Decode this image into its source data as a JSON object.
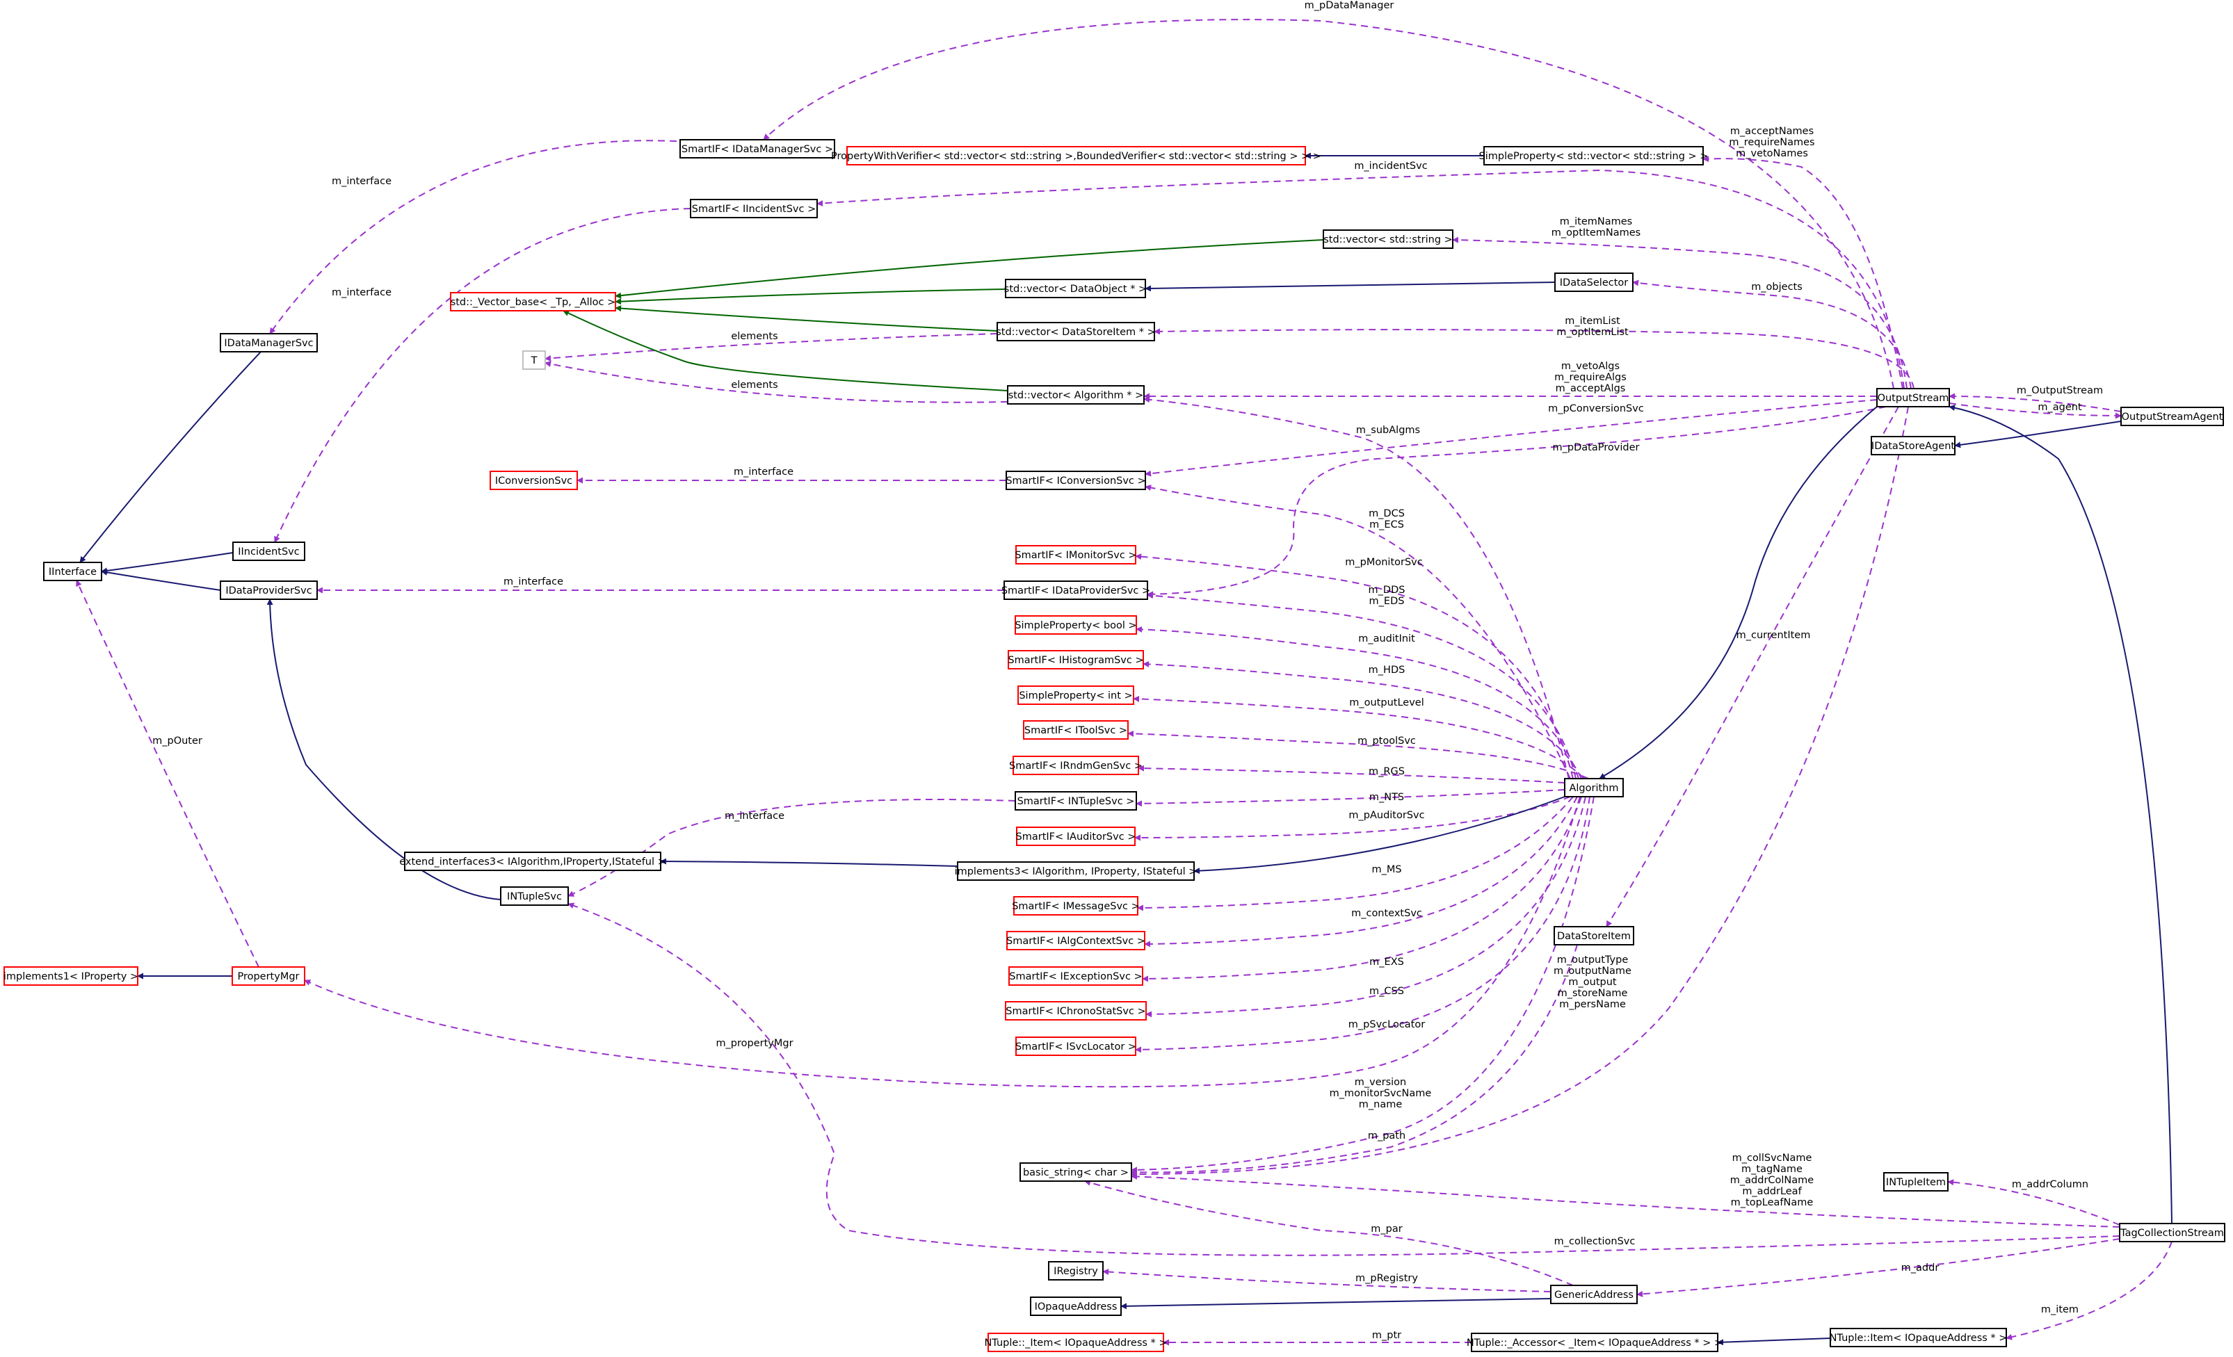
{
  "diagram": {
    "colors": {
      "inheritance": "#191970",
      "template_instance": "#006400",
      "usage": "#9a32cd",
      "node_border_documented": "#000000",
      "node_border_undocumented": "#ff0000",
      "node_border_external": "#bfbfbf",
      "highlight_fill": "#bfbfbf"
    },
    "nodes": [
      {
        "id": "IInterface",
        "label": "IInterface",
        "border": "black"
      },
      {
        "id": "IDataManagerSvc",
        "label": "IDataManagerSvc",
        "border": "black"
      },
      {
        "id": "IIncidentSvc",
        "label": "IIncidentSvc",
        "border": "black"
      },
      {
        "id": "IDataProviderSvc",
        "label": "IDataProviderSvc",
        "border": "black"
      },
      {
        "id": "implements1_IProperty",
        "label": "implements1< IProperty >",
        "border": "red"
      },
      {
        "id": "PropertyMgr",
        "label": "PropertyMgr",
        "border": "red"
      },
      {
        "id": "SmartIF_IDataManagerSvc",
        "label": "SmartIF< IDataManagerSvc >",
        "border": "black"
      },
      {
        "id": "SmartIF_IIncidentSvc",
        "label": "SmartIF< IIncidentSvc >",
        "border": "black"
      },
      {
        "id": "PropertyWithVerifier",
        "label": "PropertyWithVerifier< std::vector< std::string >,BoundedVerifier< std::vector< std::string > > >",
        "border": "red"
      },
      {
        "id": "SimpleProperty_vector_string",
        "label": "SimpleProperty< std::vector< std::string > >",
        "border": "black"
      },
      {
        "id": "vector_string",
        "label": "std::vector< std::string >",
        "border": "black"
      },
      {
        "id": "Vector_base",
        "label": "std::_Vector_base< _Tp, _Alloc >",
        "border": "red"
      },
      {
        "id": "vector_DataObject",
        "label": "std::vector< DataObject * >",
        "border": "black"
      },
      {
        "id": "IDataSelector",
        "label": "IDataSelector",
        "border": "black"
      },
      {
        "id": "vector_DataStoreItem",
        "label": "std::vector< DataStoreItem * >",
        "border": "black"
      },
      {
        "id": "T",
        "label": "T",
        "border": "gray"
      },
      {
        "id": "vector_Algorithm",
        "label": "std::vector< Algorithm * >",
        "border": "black"
      },
      {
        "id": "OutputStream",
        "label": "OutputStream",
        "border": "black"
      },
      {
        "id": "OutputStreamAgent",
        "label": "OutputStreamAgent",
        "border": "black"
      },
      {
        "id": "IDataStoreAgent",
        "label": "IDataStoreAgent",
        "border": "black"
      },
      {
        "id": "IConversionSvc",
        "label": "IConversionSvc",
        "border": "red"
      },
      {
        "id": "SmartIF_IConversionSvc",
        "label": "SmartIF< IConversionSvc >",
        "border": "black"
      },
      {
        "id": "SmartIF_IMonitorSvc",
        "label": "SmartIF< IMonitorSvc >",
        "border": "red"
      },
      {
        "id": "SmartIF_IDataProviderSvc",
        "label": "SmartIF< IDataProviderSvc >",
        "border": "black"
      },
      {
        "id": "SimpleProperty_bool",
        "label": "SimpleProperty< bool >",
        "border": "red"
      },
      {
        "id": "SmartIF_IHistogramSvc",
        "label": "SmartIF< IHistogramSvc >",
        "border": "red"
      },
      {
        "id": "SimpleProperty_int",
        "label": "SimpleProperty< int >",
        "border": "red"
      },
      {
        "id": "SmartIF_IToolSvc",
        "label": "SmartIF< IToolSvc >",
        "border": "red"
      },
      {
        "id": "SmartIF_IRndmGenSvc",
        "label": "SmartIF< IRndmGenSvc >",
        "border": "red"
      },
      {
        "id": "SmartIF_INTupleSvc",
        "label": "SmartIF< INTupleSvc >",
        "border": "black"
      },
      {
        "id": "SmartIF_IAuditorSvc",
        "label": "SmartIF< IAuditorSvc >",
        "border": "red"
      },
      {
        "id": "Algorithm",
        "label": "Algorithm",
        "border": "black"
      },
      {
        "id": "extend_interfaces3",
        "label": "extend_interfaces3< IAlgorithm,IProperty,IStateful >",
        "border": "black"
      },
      {
        "id": "implements3",
        "label": "implements3< IAlgorithm, IProperty, IStateful >",
        "border": "black"
      },
      {
        "id": "INTupleSvc",
        "label": "INTupleSvc",
        "border": "black"
      },
      {
        "id": "SmartIF_IMessageSvc",
        "label": "SmartIF< IMessageSvc >",
        "border": "red"
      },
      {
        "id": "SmartIF_IAlgContextSvc",
        "label": "SmartIF< IAlgContextSvc >",
        "border": "red"
      },
      {
        "id": "SmartIF_IExceptionSvc",
        "label": "SmartIF< IExceptionSvc >",
        "border": "red"
      },
      {
        "id": "SmartIF_IChronoStatSvc",
        "label": "SmartIF< IChronoStatSvc >",
        "border": "red"
      },
      {
        "id": "SmartIF_ISvcLocator",
        "label": "SmartIF< ISvcLocator >",
        "border": "red"
      },
      {
        "id": "DataStoreItem",
        "label": "DataStoreItem",
        "border": "black"
      },
      {
        "id": "basic_string_char",
        "label": "basic_string< char >",
        "border": "black"
      },
      {
        "id": "INTupleItem",
        "label": "INTupleItem",
        "border": "black"
      },
      {
        "id": "TagCollectionStream",
        "label": "TagCollectionStream",
        "border": "black",
        "highlight": true
      },
      {
        "id": "IRegistry",
        "label": "IRegistry",
        "border": "black"
      },
      {
        "id": "GenericAddress",
        "label": "GenericAddress",
        "border": "black"
      },
      {
        "id": "IOpaqueAddress",
        "label": "IOpaqueAddress",
        "border": "black"
      },
      {
        "id": "NTuple_Item_IOpaqueAddress",
        "label": "NTuple::_Item< IOpaqueAddress * >",
        "border": "red"
      },
      {
        "id": "NTuple_Accessor",
        "label": "NTuple::_Accessor< _Item< IOpaqueAddress * > >",
        "border": "black"
      },
      {
        "id": "NTuple_Item_public",
        "label": "NTuple::Item< IOpaqueAddress * >",
        "border": "black"
      }
    ],
    "edges": [
      {
        "id": "e1",
        "from": "IDataManagerSvc",
        "to": "IInterface",
        "kind": "inheritance",
        "label": ""
      },
      {
        "id": "e2",
        "from": "IIncidentSvc",
        "to": "IInterface",
        "kind": "inheritance",
        "label": ""
      },
      {
        "id": "e3",
        "from": "IDataProviderSvc",
        "to": "IInterface",
        "kind": "inheritance",
        "label": ""
      },
      {
        "id": "e4",
        "from": "PropertyMgr",
        "to": "IInterface",
        "kind": "usage",
        "label": "m_pOuter"
      },
      {
        "id": "e5",
        "from": "PropertyMgr",
        "to": "implements1_IProperty",
        "kind": "inheritance",
        "label": ""
      },
      {
        "id": "e6",
        "from": "SmartIF_IDataManagerSvc",
        "to": "IDataManagerSvc",
        "kind": "usage",
        "label": "m_interface"
      },
      {
        "id": "e7",
        "from": "SmartIF_IIncidentSvc",
        "to": "IIncidentSvc",
        "kind": "usage",
        "label": "m_interface"
      },
      {
        "id": "e8",
        "from": "OutputStream",
        "to": "SmartIF_IDataManagerSvc",
        "kind": "usage",
        "label": "m_pDataManager"
      },
      {
        "id": "e9",
        "from": "SimpleProperty_vector_string",
        "to": "PropertyWithVerifier",
        "kind": "inheritance",
        "label": ""
      },
      {
        "id": "e10",
        "from": "OutputStream",
        "to": "SimpleProperty_vector_string",
        "kind": "usage",
        "label": "m_acceptNames\nm_requireNames\nm_vetoNames"
      },
      {
        "id": "e11",
        "from": "OutputStream",
        "to": "SmartIF_IIncidentSvc",
        "kind": "usage",
        "label": "m_incidentSvc"
      },
      {
        "id": "e12",
        "from": "vector_string",
        "to": "Vector_base",
        "kind": "template",
        "label": ""
      },
      {
        "id": "e13",
        "from": "OutputStream",
        "to": "vector_string",
        "kind": "usage",
        "label": "m_itemNames\nm_optItemNames"
      },
      {
        "id": "e14",
        "from": "vector_DataObject",
        "to": "Vector_base",
        "kind": "template",
        "label": ""
      },
      {
        "id": "e15",
        "from": "IDataSelector",
        "to": "vector_DataObject",
        "kind": "inheritance",
        "label": ""
      },
      {
        "id": "e16",
        "from": "OutputStream",
        "to": "IDataSelector",
        "kind": "usage",
        "label": "m_objects"
      },
      {
        "id": "e17",
        "from": "vector_DataStoreItem",
        "to": "Vector_base",
        "kind": "template",
        "label": ""
      },
      {
        "id": "e18",
        "from": "vector_DataStoreItem",
        "to": "T",
        "kind": "usage",
        "label": "elements"
      },
      {
        "id": "e19",
        "from": "OutputStream",
        "to": "vector_DataStoreItem",
        "kind": "usage",
        "label": "m_itemList\nm_optItemList"
      },
      {
        "id": "e20",
        "from": "vector_Algorithm",
        "to": "Vector_base",
        "kind": "template",
        "label": ""
      },
      {
        "id": "e21",
        "from": "vector_Algorithm",
        "to": "T",
        "kind": "usage",
        "label": "elements"
      },
      {
        "id": "e22",
        "from": "OutputStream",
        "to": "vector_Algorithm",
        "kind": "usage",
        "label": "m_vetoAlgs\nm_requireAlgs\nm_acceptAlgs"
      },
      {
        "id": "e23",
        "from": "Algorithm",
        "to": "vector_Algorithm",
        "kind": "usage",
        "label": "m_subAlgms"
      },
      {
        "id": "e24",
        "from": "OutputStreamAgent",
        "to": "OutputStream",
        "kind": "usage",
        "label": "m_OutputStream"
      },
      {
        "id": "e25",
        "from": "OutputStream",
        "to": "OutputStreamAgent",
        "kind": "usage",
        "label": "m_agent"
      },
      {
        "id": "e26",
        "from": "OutputStreamAgent",
        "to": "IDataStoreAgent",
        "kind": "inheritance",
        "label": ""
      },
      {
        "id": "e27",
        "from": "OutputStream",
        "to": "SmartIF_IConversionSvc",
        "kind": "usage",
        "label": "m_pConversionSvc"
      },
      {
        "id": "e28",
        "from": "SmartIF_IConversionSvc",
        "to": "IConversionSvc",
        "kind": "usage",
        "label": "m_interface"
      },
      {
        "id": "e29",
        "from": "Algorithm",
        "to": "SmartIF_IConversionSvc",
        "kind": "usage",
        "label": "m_DCS\nm_ECS"
      },
      {
        "id": "e30",
        "from": "OutputStream",
        "to": "SmartIF_IDataProviderSvc",
        "kind": "usage",
        "label": "m_pDataProvider"
      },
      {
        "id": "e31",
        "from": "SmartIF_IDataProviderSvc",
        "to": "IDataProviderSvc",
        "kind": "usage",
        "label": "m_interface"
      },
      {
        "id": "e32",
        "from": "Algorithm",
        "to": "SmartIF_IMonitorSvc",
        "kind": "usage",
        "label": "m_pMonitorSvc"
      },
      {
        "id": "e33",
        "from": "Algorithm",
        "to": "SmartIF_IDataProviderSvc",
        "kind": "usage",
        "label": "m_DDS\nm_EDS"
      },
      {
        "id": "e34",
        "from": "Algorithm",
        "to": "SimpleProperty_bool",
        "kind": "usage",
        "label": "m_auditInit"
      },
      {
        "id": "e35",
        "from": "Algorithm",
        "to": "SmartIF_IHistogramSvc",
        "kind": "usage",
        "label": "m_HDS"
      },
      {
        "id": "e36",
        "from": "Algorithm",
        "to": "SimpleProperty_int",
        "kind": "usage",
        "label": "m_outputLevel"
      },
      {
        "id": "e37",
        "from": "Algorithm",
        "to": "SmartIF_IToolSvc",
        "kind": "usage",
        "label": "m_ptoolSvc"
      },
      {
        "id": "e38",
        "from": "Algorithm",
        "to": "SmartIF_IRndmGenSvc",
        "kind": "usage",
        "label": "m_RGS"
      },
      {
        "id": "e39",
        "from": "Algorithm",
        "to": "SmartIF_INTupleSvc",
        "kind": "usage",
        "label": "m_NTS"
      },
      {
        "id": "e40",
        "from": "SmartIF_INTupleSvc",
        "to": "INTupleSvc",
        "kind": "usage",
        "label": "m_interface"
      },
      {
        "id": "e41",
        "from": "Algorithm",
        "to": "SmartIF_IAuditorSvc",
        "kind": "usage",
        "label": "m_pAuditorSvc"
      },
      {
        "id": "e42",
        "from": "OutputStream",
        "to": "Algorithm",
        "kind": "inheritance",
        "label": ""
      },
      {
        "id": "e43",
        "from": "Algorithm",
        "to": "implements3",
        "kind": "inheritance",
        "label": ""
      },
      {
        "id": "e44",
        "from": "implements3",
        "to": "extend_interfaces3",
        "kind": "inheritance",
        "label": ""
      },
      {
        "id": "e45",
        "from": "INTupleSvc",
        "to": "IDataProviderSvc",
        "kind": "inheritance",
        "label": ""
      },
      {
        "id": "e46",
        "from": "Algorithm",
        "to": "SmartIF_IMessageSvc",
        "kind": "usage",
        "label": "m_MS"
      },
      {
        "id": "e47",
        "from": "Algorithm",
        "to": "SmartIF_IAlgContextSvc",
        "kind": "usage",
        "label": "m_contextSvc"
      },
      {
        "id": "e48",
        "from": "Algorithm",
        "to": "SmartIF_IExceptionSvc",
        "kind": "usage",
        "label": "m_EXS"
      },
      {
        "id": "e49",
        "from": "Algorithm",
        "to": "SmartIF_IChronoStatSvc",
        "kind": "usage",
        "label": "m_CSS"
      },
      {
        "id": "e50",
        "from": "Algorithm",
        "to": "SmartIF_ISvcLocator",
        "kind": "usage",
        "label": "m_pSvcLocator"
      },
      {
        "id": "e51",
        "from": "OutputStream",
        "to": "DataStoreItem",
        "kind": "usage",
        "label": "m_currentItem"
      },
      {
        "id": "e52",
        "from": "Algorithm",
        "to": "PropertyMgr",
        "kind": "usage",
        "label": "m_propertyMgr"
      },
      {
        "id": "e53",
        "from": "Algorithm",
        "to": "basic_string_char",
        "kind": "usage",
        "label": "m_version\nm_monitorSvcName\nm_name"
      },
      {
        "id": "e54",
        "from": "DataStoreItem",
        "to": "basic_string_char",
        "kind": "usage",
        "label": "m_path"
      },
      {
        "id": "e55",
        "from": "OutputStream",
        "to": "basic_string_char",
        "kind": "usage",
        "label": "m_outputType\nm_outputName\nm_output\nm_storeName\nm_persName"
      },
      {
        "id": "e56",
        "from": "TagCollectionStream",
        "to": "basic_string_char",
        "kind": "usage",
        "label": "m_collSvcName\nm_tagName\nm_addrColName\nm_addrLeaf\nm_topLeafName"
      },
      {
        "id": "e57",
        "from": "TagCollectionStream",
        "to": "INTupleItem",
        "kind": "usage",
        "label": "m_addrColumn"
      },
      {
        "id": "e58",
        "from": "TagCollectionStream",
        "to": "INTupleSvc",
        "kind": "usage",
        "label": "m_collectionSvc"
      },
      {
        "id": "e59",
        "from": "TagCollectionStream",
        "to": "OutputStream",
        "kind": "inheritance",
        "label": ""
      },
      {
        "id": "e60",
        "from": "GenericAddress",
        "to": "basic_string_char",
        "kind": "usage",
        "label": "m_par"
      },
      {
        "id": "e61",
        "from": "GenericAddress",
        "to": "IRegistry",
        "kind": "usage",
        "label": "m_pRegistry"
      },
      {
        "id": "e62",
        "from": "GenericAddress",
        "to": "IOpaqueAddress",
        "kind": "inheritance",
        "label": ""
      },
      {
        "id": "e63",
        "from": "TagCollectionStream",
        "to": "GenericAddress",
        "kind": "usage",
        "label": "m_addr"
      },
      {
        "id": "e64",
        "from": "NTuple_Accessor",
        "to": "NTuple_Item_IOpaqueAddress",
        "kind": "usage",
        "label": "m_ptr"
      },
      {
        "id": "e65",
        "from": "NTuple_Item_public",
        "to": "NTuple_Accessor",
        "kind": "inheritance",
        "label": ""
      },
      {
        "id": "e66",
        "from": "TagCollectionStream",
        "to": "NTuple_Item_public",
        "kind": "usage",
        "label": "m_item"
      }
    ]
  }
}
